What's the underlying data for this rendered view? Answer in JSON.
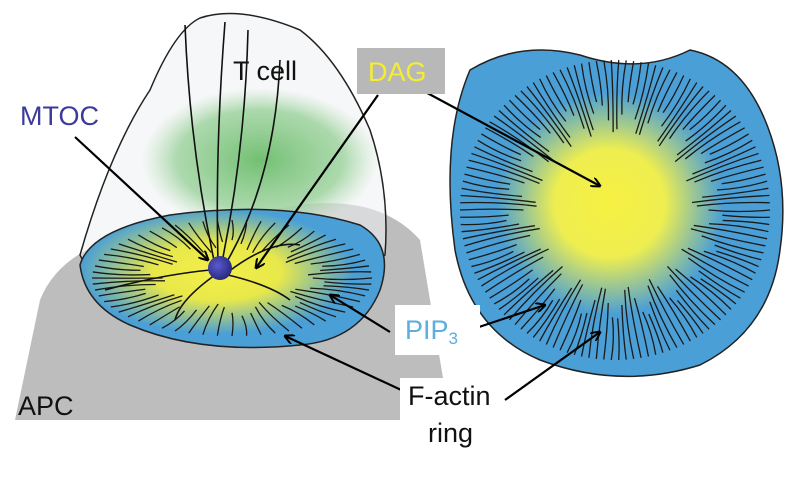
{
  "labels": {
    "t_cell": "T cell",
    "mtoc": "MTOC",
    "dag": "DAG",
    "apc": "APC",
    "pip3_base": "PIP",
    "pip3_sub": "3",
    "factin_line1": "F-actin",
    "factin_line2": "ring"
  },
  "colors": {
    "mtoc_text": "#3b3b9a",
    "dag_text": "#f5ee30",
    "dag_box": "#b8b8b8",
    "pip3_text": "#5aaee0",
    "membrane_blue": "#4a9fd6",
    "center_yellow": "#f4ef4a",
    "apc_gray": "#bdbdbd",
    "green": "#7cc27c",
    "mtoc_dot": "#3a3aa0"
  }
}
